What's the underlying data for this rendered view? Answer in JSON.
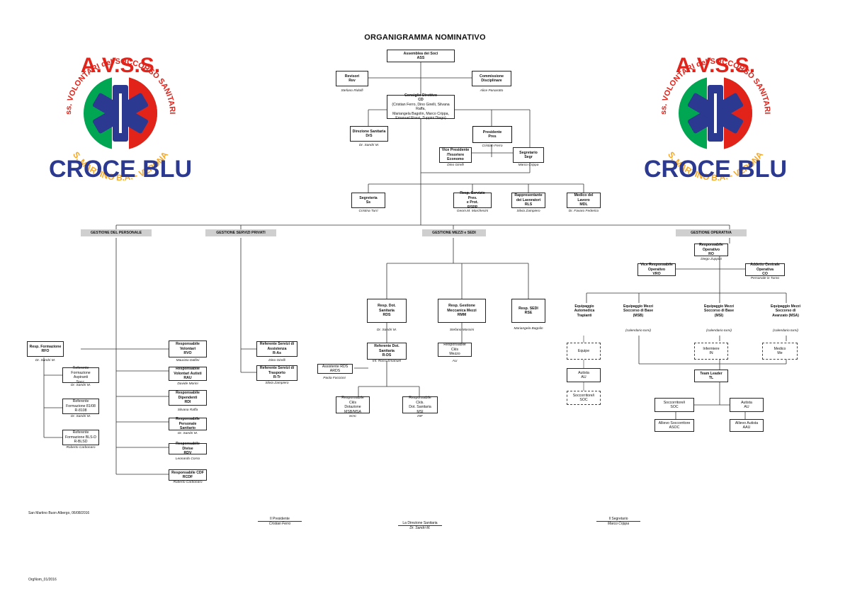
{
  "title": "ORGANIGRAMMA NOMINATIVO",
  "logo": {
    "top_text": "A.V.S.S.",
    "ring_text": "Ass. VOLONTARI del SOCCORSO SANITARIO",
    "place_text": "S. MARTINO B.A. - VERONA",
    "bottom_text": "CROCE BLU",
    "colors": {
      "blue": "#2b3990",
      "red": "#e2231a",
      "green": "#00a651",
      "gold": "#f7a823"
    }
  },
  "nodes": {
    "ass": {
      "name": "Assemblea dei Soci",
      "abbr": "ASS"
    },
    "rev": {
      "name": "Revisori",
      "abbr": "Rev",
      "person": "Stefano Ridolfi"
    },
    "cd_disc": {
      "name": "Commissione",
      "name2": "Disciplinare",
      "person": "Alice Panarotto"
    },
    "cd": {
      "name": "Consiglio Direttivo",
      "abbr": "CD",
      "members": "(Cristian Ferro, Dino Girelli, Silvana Raffa,",
      "members2": "Mariangela Bagolin, Marco Crippa,",
      "members3": "Emanuel Rossi, Zuppini Diego)"
    },
    "drs": {
      "name": "Direzione Sanitaria",
      "abbr": "DrS",
      "person": "Dr. Sandri M."
    },
    "pres": {
      "name": "Presidente",
      "abbr": "Pres",
      "person": "Cristian Ferro"
    },
    "vice": {
      "name": "Vice Presidente",
      "name2": "/Tesoriere",
      "name3": "Economo",
      "person": "Dino Girelli"
    },
    "segr": {
      "name": "Segretario",
      "abbr": "Segr",
      "person": "Marco Crippa"
    },
    "ss": {
      "name": "Segreteria",
      "abbr": "Ss",
      "person": "Cristina Turri"
    },
    "rspp": {
      "name": "Resp. Servizio Prev.",
      "name2": "e Prot.",
      "abbr": "RSPP",
      "person": "Geom.M. Marchesini"
    },
    "rls": {
      "name": "Rappresentante",
      "name2": "dei Lavoratori",
      "abbr": "RLS",
      "person": "Silvia Zampiero"
    },
    "mdl": {
      "name": "Medico del Lavoro",
      "abbr": "MDL",
      "person": "Dr. Favaro Federico"
    }
  },
  "sections": {
    "personale": "GESTIONE DEL PERSONALE",
    "privati": "GESTIONE SERVIZI PRIVATI",
    "mezzi": "GESTIONE MEZZI e SEDI",
    "operativa": "GESTIONE OPERATIVA"
  },
  "personale": {
    "rfo": {
      "name": "Resp. Formazione",
      "abbr": "RFO",
      "person": "Dr. Sandri M."
    },
    "ref1": {
      "l1": "Referente",
      "l2": "Formazione Aspiranti",
      "l3": "Socc.",
      "person": "Dr. Sandri M."
    },
    "ref2": {
      "l1": "Referente",
      "l2": "Formazione 81/08",
      "l3": "R-8108",
      "person": "Dr. Sandri M."
    },
    "ref3": {
      "l1": "Referente",
      "l2": "Formazione BLS-D",
      "l3": "R-BLSD",
      "person": "Roberto Carbonaro"
    },
    "rvo": {
      "l1": "Responsabile",
      "l2": "Volontari",
      "l3": "RVO",
      "person": "Maurizio Dalfini"
    },
    "rau": {
      "l1": "Responsabile",
      "l2": "Volontari Autisti",
      "l3": "RAU",
      "person": "Davide Morini"
    },
    "rdi": {
      "l1": "Responsabile",
      "l2": "Dipendenti",
      "l3": "RDI",
      "person": "Silvana Raffa"
    },
    "rps": {
      "l1": "Responsabile",
      "l2": "Personale Sanitario",
      "person": "Dr. Sandri M."
    },
    "rdv": {
      "l1": "Responsabile Divise",
      "l2": "RDV",
      "person": "Leonardo Corso"
    },
    "rcdf": {
      "l1": "Responsabile CDF",
      "l2": "RCDF",
      "person": "Roberto Carbonaro"
    }
  },
  "privati": {
    "ras": {
      "l1": "Referente Servizi di",
      "l2": "Assistenza",
      "l3": "R-As",
      "person": "Dino Girelli"
    },
    "rtr": {
      "l1": "Referente Servizi di",
      "l2": "Trasporto",
      "l3": "R-Tr",
      "person": "Silvia Zampiero"
    }
  },
  "mezzi": {
    "rds": {
      "l1": "Resp. Dot.",
      "l2": "Sanitaria",
      "l3": "RDS",
      "person": "Dr. Sandri M."
    },
    "rmm": {
      "l1": "Resp. Gestione",
      "l2": "Meccanica Mezzi",
      "l3": "RMM",
      "person": "Stefano Massini"
    },
    "rse": {
      "l1": "Resp. SEDI",
      "l2": "RSE",
      "person": "Mariangela Bagolin"
    },
    "rds2": {
      "l1": "Referente Dot.",
      "l2": "Sanitaria",
      "l3": "R-DS",
      "person": "Inf. Rossi Emanuel"
    },
    "ards": {
      "l1": "Assistente RDS",
      "l2": "ARDS",
      "person": "Paola Faccioni"
    },
    "rcm": {
      "l1": "Responsabile Ckls",
      "l2": "Mezzo",
      "person": "AU"
    },
    "soc_dot": {
      "l1": "Responsabile Ckls",
      "l2": "Dotazione",
      "l3": "MSB/MSA",
      "person": "SOC"
    },
    "inf_dot": {
      "l1": "Responsabile Ckls.",
      "l2": "Dot. Sanitaria",
      "l3": "MSI",
      "person": "INF"
    }
  },
  "operativa": {
    "ro": {
      "l1": "Responsabile",
      "l2": "Operativo",
      "l3": "RO",
      "person": "Diego Zuppini"
    },
    "vro": {
      "l1": "Vice Responsabile",
      "l2": "Operativo",
      "l3": "VRO"
    },
    "co": {
      "l1": "Addetto Centrale",
      "l2": "Operativa",
      "l3": "CO",
      "person": "Personale in Turno"
    },
    "eq1": {
      "l1": "Equipaggio",
      "l2": "Automedica",
      "l3": "Trapianti"
    },
    "eq2": {
      "l1": "Equipaggio Mezzi",
      "l2": "Soccorso di Base",
      "l3": "(MSB)",
      "note": "(calendario turni)"
    },
    "eq3": {
      "l1": "Equipaggio Mezzi",
      "l2": "Soccorso di Base",
      "l3": "(MSI)",
      "note": "(calendario turni)"
    },
    "eq4": {
      "l1": "Equipaggio Mezzi",
      "l2": "Soccorso di",
      "l3": "Avanzato (MSA)",
      "note": "(calendario turni)"
    },
    "equipe": "Equipe",
    "au": {
      "l1": "Autista",
      "l2": "AU"
    },
    "soc": {
      "l1": "Soccorritore/i",
      "l2": "SOC"
    },
    "inf": {
      "l1": "Infermiere",
      "l2": "IN"
    },
    "me": {
      "l1": "Medico",
      "l2": "Me"
    },
    "tl": {
      "l1": "Team Leader",
      "l2": "TL"
    },
    "soc2": {
      "l1": "Soccorritore/i",
      "l2": "SOC"
    },
    "au2": {
      "l1": "Autista",
      "l2": "AU"
    },
    "asoc": {
      "l1": "Allievo Soccorritore",
      "l2": "ASOC"
    },
    "aau": {
      "l1": "Allievo Autista",
      "l2": "AAU"
    }
  },
  "footer": {
    "place_date": "San Martino Buon Albergo, 06/08/2016",
    "code": "OrgNom_01/2016",
    "sig_pres_role": "Il Presidente",
    "sig_pres_name": "Cristian Ferro",
    "sig_dir_role": "La Direzione Sanitaria",
    "sig_dir_name": "Dr. Sandri M.",
    "sig_segr_role": "Il Segretario",
    "sig_segr_name": "Marco Crippa"
  }
}
